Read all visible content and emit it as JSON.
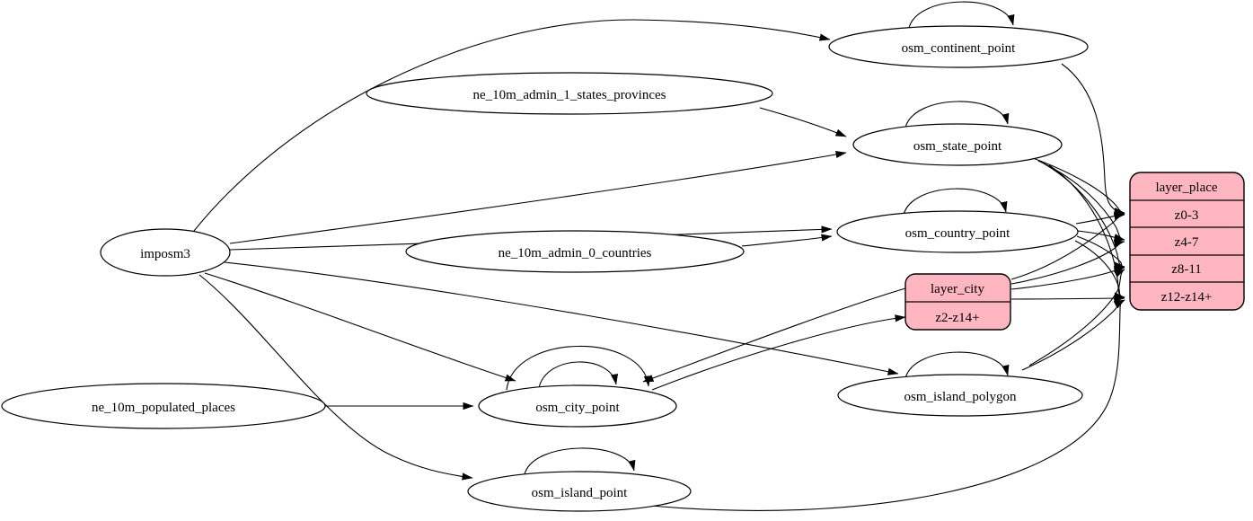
{
  "diagram": {
    "kind": "etl-dependency-graph",
    "colors": {
      "background": "#ffffff",
      "edge": "#000000",
      "node_fill": "#ffffff",
      "record_fill": "#ffb6c1",
      "outline": "#000000"
    },
    "nodes": {
      "imposm3": {
        "label": "imposm3"
      },
      "ne_10m_admin_1_states_provinces": {
        "label": "ne_10m_admin_1_states_provinces"
      },
      "ne_10m_admin_0_countries": {
        "label": "ne_10m_admin_0_countries"
      },
      "ne_10m_populated_places": {
        "label": "ne_10m_populated_places"
      },
      "osm_continent_point": {
        "label": "osm_continent_point"
      },
      "osm_state_point": {
        "label": "osm_state_point"
      },
      "osm_country_point": {
        "label": "osm_country_point"
      },
      "osm_city_point": {
        "label": "osm_city_point"
      },
      "osm_island_polygon": {
        "label": "osm_island_polygon"
      },
      "osm_island_point": {
        "label": "osm_island_point"
      }
    },
    "records": {
      "layer_city": {
        "title": "layer_city",
        "rows": [
          "z2-z14+"
        ]
      },
      "layer_place": {
        "title": "layer_place",
        "rows": [
          "z0-3",
          "z4-7",
          "z8-11",
          "z12-z14+"
        ]
      }
    },
    "self_loops": {
      "osm_continent_point": 1,
      "osm_state_point": 1,
      "osm_country_point": 1,
      "osm_city_point": 2,
      "osm_island_polygon": 1,
      "osm_island_point": 1
    },
    "edges": [
      {
        "from": "imposm3",
        "to": "osm_continent_point"
      },
      {
        "from": "imposm3",
        "to": "osm_state_point"
      },
      {
        "from": "imposm3",
        "to": "osm_country_point"
      },
      {
        "from": "imposm3",
        "to": "osm_city_point"
      },
      {
        "from": "imposm3",
        "to": "osm_island_polygon"
      },
      {
        "from": "imposm3",
        "to": "osm_island_point"
      },
      {
        "from": "ne_10m_admin_1_states_provinces",
        "to": "osm_state_point"
      },
      {
        "from": "ne_10m_admin_0_countries",
        "to": "osm_country_point"
      },
      {
        "from": "ne_10m_populated_places",
        "to": "osm_city_point"
      },
      {
        "from": "osm_city_point",
        "to": "layer_city:z2-z14+"
      },
      {
        "from": "layer_city",
        "to": "osm_city_point"
      },
      {
        "from": "osm_continent_point",
        "to": "layer_place:z0-3"
      },
      {
        "from": "osm_state_point",
        "to": "layer_place:z0-3"
      },
      {
        "from": "osm_state_point",
        "to": "layer_place:z4-7"
      },
      {
        "from": "osm_state_point",
        "to": "layer_place:z8-11"
      },
      {
        "from": "osm_state_point",
        "to": "layer_place:z12-z14+"
      },
      {
        "from": "osm_country_point",
        "to": "layer_place:z0-3"
      },
      {
        "from": "osm_country_point",
        "to": "layer_place:z4-7"
      },
      {
        "from": "osm_country_point",
        "to": "layer_place:z8-11"
      },
      {
        "from": "osm_country_point",
        "to": "layer_place:z12-z14+"
      },
      {
        "from": "layer_city",
        "to": "layer_place:z0-3"
      },
      {
        "from": "layer_city",
        "to": "layer_place:z4-7"
      },
      {
        "from": "layer_city",
        "to": "layer_place:z8-11"
      },
      {
        "from": "layer_city",
        "to": "layer_place:z12-z14+"
      },
      {
        "from": "osm_island_polygon",
        "to": "layer_place:z8-11"
      },
      {
        "from": "osm_island_polygon",
        "to": "layer_place:z12-z14+"
      },
      {
        "from": "osm_island_point",
        "to": "layer_place:z12-z14+"
      }
    ]
  }
}
